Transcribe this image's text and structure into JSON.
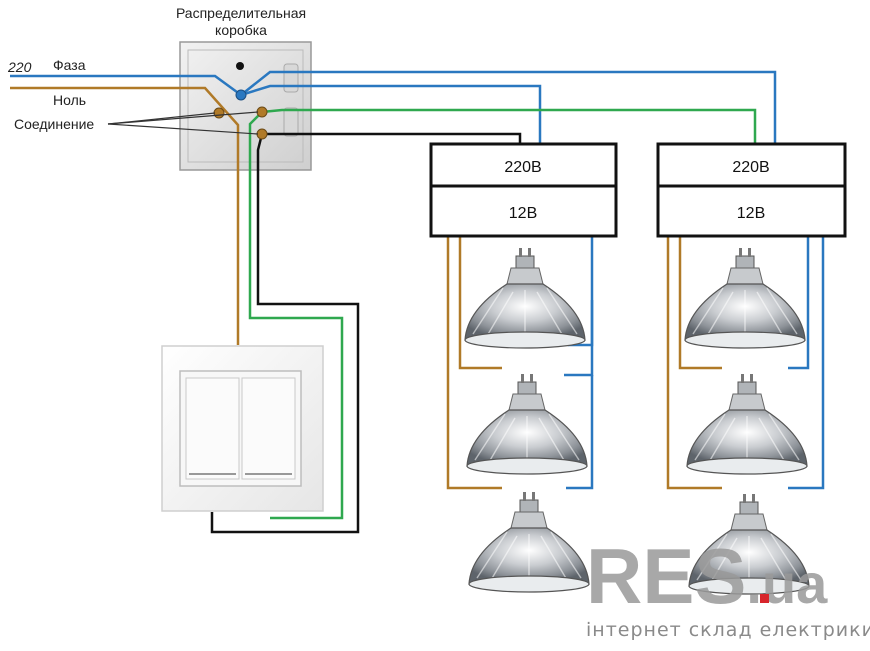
{
  "junction_box": {
    "title_line1": "Распределительная",
    "title_line2": "коробка"
  },
  "labels": {
    "voltage": "220",
    "phase": "Фаза",
    "neutral": "Ноль",
    "connection": "Соединение"
  },
  "transformers": [
    {
      "input": "220В",
      "output": "12В"
    },
    {
      "input": "220В",
      "output": "12В"
    }
  ],
  "watermark": {
    "brand_main": "RES",
    "brand_suffix": ".ua",
    "tagline": "інтернет склад електрики"
  },
  "colors": {
    "phase": "#2a78c0",
    "neutral": "#b07a28",
    "green": "#2fa84f",
    "black": "#111111",
    "brand_accent": "#d8262c"
  }
}
